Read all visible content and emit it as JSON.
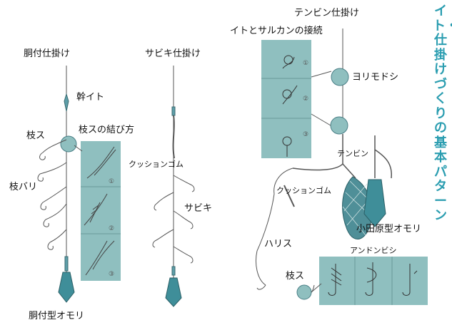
{
  "title": "イト・仕掛けづくりの基本パターン",
  "colors": {
    "accent": "#2a9db0",
    "panel": "#8fbfbf",
    "sinker": "#3f8e99",
    "line": "#555555"
  },
  "dogu_rig": {
    "heading": "胴付仕掛け",
    "main_line": "幹イト",
    "branch": "枝ス",
    "branch_knot": "枝スの結び方",
    "branch_hook": "枝バリ",
    "sinker": "胴付型オモリ",
    "steps": [
      "①",
      "②",
      "③"
    ]
  },
  "sabiki_rig": {
    "heading": "サビキ仕掛け",
    "cushion": "クッションゴム",
    "sabiki": "サビキ"
  },
  "tenbin_rig": {
    "heading": "テンビン仕掛け",
    "connection": "イトとサルカンの接続",
    "swivel": "ヨリモドシ",
    "tenbin": "テンビン",
    "cushion": "クッションゴム",
    "sinker": "小田原型オモリ",
    "leader": "ハリス",
    "andon": "アンドンビシ",
    "branch": "枝ス",
    "steps": [
      "①",
      "②",
      "③"
    ]
  }
}
